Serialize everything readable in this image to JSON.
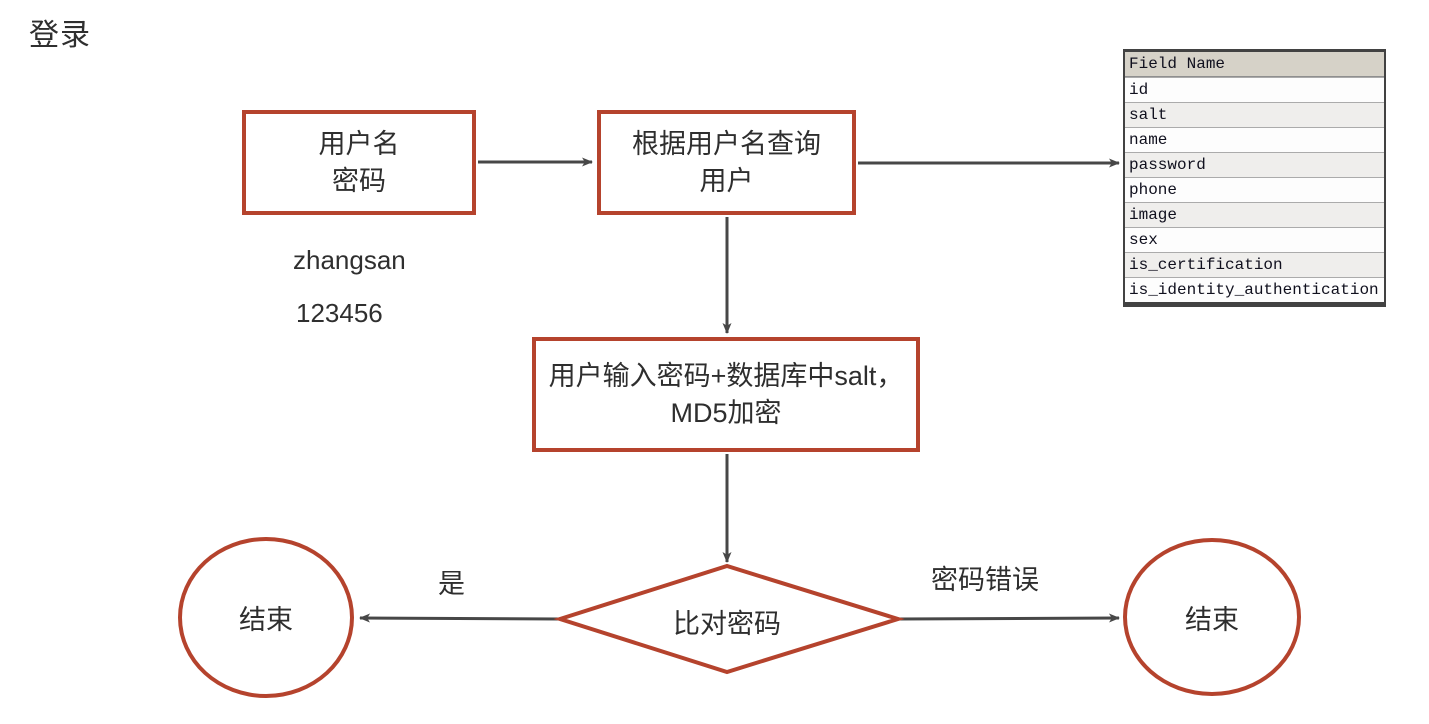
{
  "page": {
    "title": "登录"
  },
  "colors": {
    "shape_stroke": "#b5432d",
    "arrow": "#474747",
    "text": "#2f2f2f",
    "table_header_bg": "#d6d2c8",
    "table_alt_row_bg": "#efeeec"
  },
  "nodes": {
    "credentials_box": {
      "line1": "用户名",
      "line2": "密码"
    },
    "query_box": {
      "line1": "根据用户名查询",
      "line2": "用户"
    },
    "md5_box": {
      "line1": "用户输入密码+数据库中salt，",
      "line2": "MD5加密"
    },
    "compare_diamond": {
      "label": "比对密码"
    },
    "end_circle_left": {
      "label": "结束"
    },
    "end_circle_right": {
      "label": "结束"
    }
  },
  "annotations": {
    "username_sample": "zhangsan",
    "password_sample": "123456"
  },
  "edge_labels": {
    "yes": "是",
    "wrong_password": "密码错误"
  },
  "table": {
    "header": "Field Name",
    "rows": [
      "id",
      "salt",
      "name",
      "password",
      "phone",
      "image",
      "sex",
      "is_certification",
      "is_identity_authentication"
    ]
  }
}
